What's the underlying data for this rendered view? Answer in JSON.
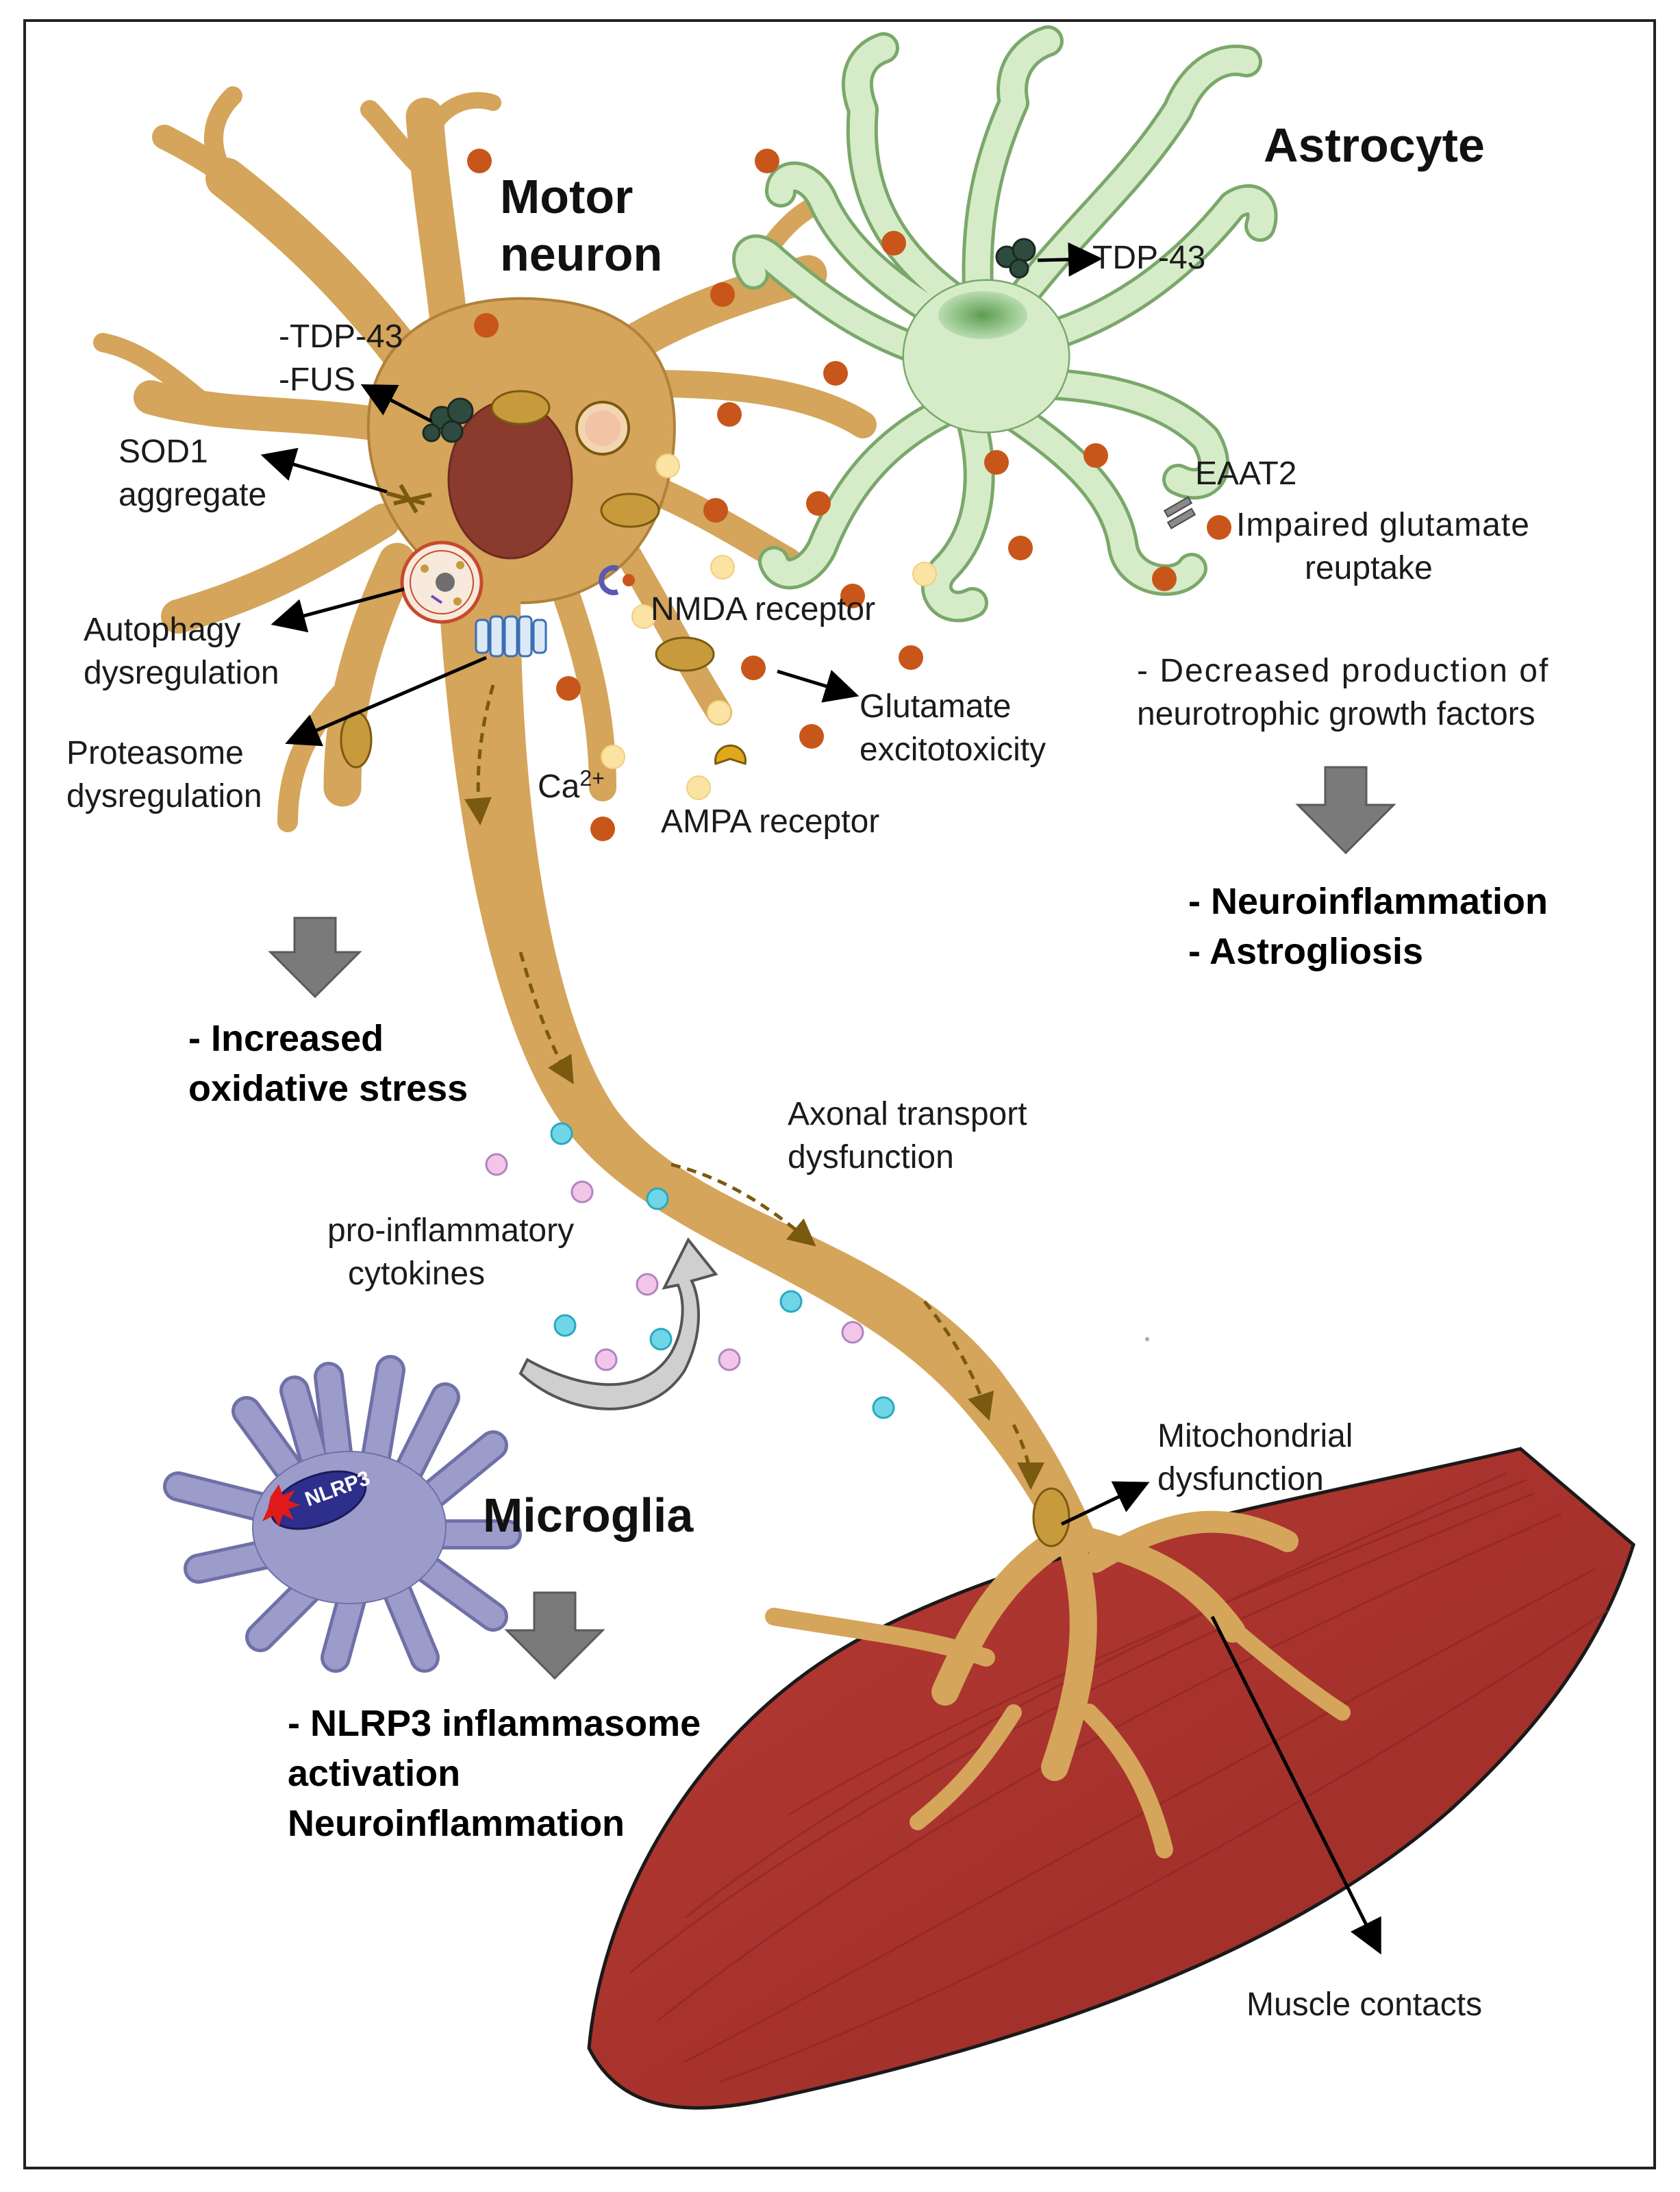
{
  "cells": {
    "motor_neuron": [
      "Motor",
      "neuron"
    ],
    "astrocyte": "Astrocyte",
    "microglia": "Microglia"
  },
  "labels": {
    "tdp43_fus": [
      "-TDP-43",
      "-FUS"
    ],
    "sod1": [
      "SOD1",
      "aggregate"
    ],
    "autophagy": [
      "Autophagy",
      "dysregulation"
    ],
    "proteasome": [
      "Proteasome",
      "dysregulation"
    ],
    "nmda": "NMDA receptor",
    "glutamate": [
      "Glutamate",
      "excitotoxicity"
    ],
    "calcium_base": "Ca",
    "calcium_sup": "2+",
    "ampa": "AMPA receptor",
    "astro_tdp43": "TDP-43",
    "eaat2": "EAAT2",
    "impaired": [
      "Impaired glutamate",
      "reuptake"
    ],
    "decreased": [
      "- Decreased production of",
      "neurotrophic growth factors"
    ],
    "axonal": [
      "Axonal transport",
      "dysfunction"
    ],
    "cytokines": [
      "pro-inflammatory",
      "cytokines"
    ],
    "nlrp3_badge": "NLRP3",
    "mito": [
      "Mitochondrial",
      "dysfunction"
    ],
    "muscle": "Muscle contacts"
  },
  "outcomes": {
    "neuron": [
      "- Increased",
      "oxidative stress"
    ],
    "astrocyte": [
      "- Neuroinflammation",
      "- Astrogliosis"
    ],
    "microglia": [
      "- NLRP3 inflammasome",
      "activation",
      "Neuroinflammation"
    ]
  },
  "colors": {
    "neuron": "#d4a55a",
    "neuron_outline": "#b0813a",
    "nucleus": "#8b3a2e",
    "astrocyte": "#d6ecc9",
    "astro_outline": "#7aa86a",
    "microglia": "#9c9ccb",
    "muscle": "#a8332e",
    "glutamate_dot": "#c8561a",
    "calcium_dot": "#fbe3a4",
    "cytokine_cyan": "#6fd6e8",
    "cytokine_pink": "#f3c6e9",
    "arrow_gray": "#7a7a7a"
  }
}
